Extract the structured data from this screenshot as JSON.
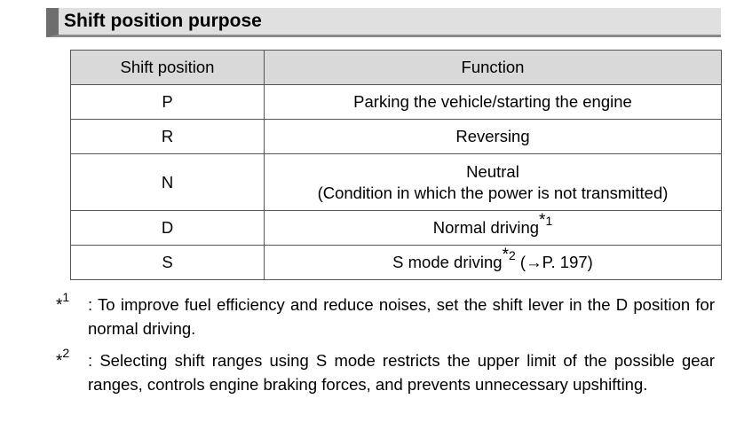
{
  "section": {
    "title": "Shift position purpose"
  },
  "table": {
    "headers": [
      "Shift position",
      "Function"
    ],
    "rows": [
      {
        "position": "P",
        "function": "Parking the vehicle/starting the engine"
      },
      {
        "position": "R",
        "function": "Reversing"
      },
      {
        "position": "N",
        "function": "Neutral",
        "function_line2": "(Condition in which the power is not transmitted)"
      },
      {
        "position": "D",
        "function": "Normal driving",
        "note_ref": "*",
        "note_num": "1"
      },
      {
        "position": "S",
        "function": "S mode driving",
        "note_ref": "*",
        "note_num": "2",
        "suffix": " (→P. 197)"
      }
    ]
  },
  "notes": [
    {
      "marker": "*",
      "num": "1",
      "text": ": To improve fuel efficiency and reduce noises, set the shift lever in the D position for normal driving."
    },
    {
      "marker": "*",
      "num": "2",
      "text": ": Selecting shift ranges using S mode restricts the upper limit of the possible gear ranges, controls engine braking forces, and prevents unnecessary upshifting."
    }
  ]
}
